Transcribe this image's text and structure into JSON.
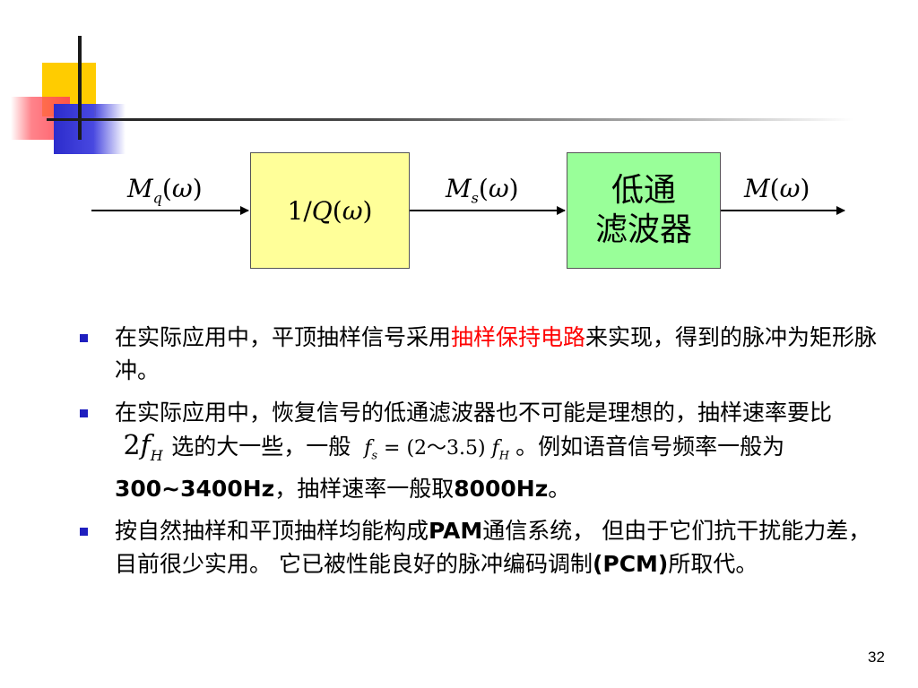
{
  "diagram": {
    "input_signal": "M_q(ω)",
    "block1_label": "1/Q(ω)",
    "middle_signal": "M_s(ω)",
    "block2_line1": "低通",
    "block2_line2": "滤波器",
    "output_signal": "M(ω)"
  },
  "bullets": [
    {
      "a": "在实际应用中，平顶抽样信号采用",
      "highlight": "抽样保持电路",
      "b": "来实现，得到的脉冲为矩形脉冲。"
    },
    {
      "a": "在实际应用中，恢复信号的低通滤波器也不可能是理想的，抽样速率要比",
      "math1": "2f_H",
      "b": "选的大一些，一般",
      "math2": "f_s = (2～3.5) f_H",
      "c": "。例如语音信号频率一般为",
      "bold1": "300~3400Hz",
      "d": "，抽样速率一般取",
      "bold2": "8000Hz",
      "e": "。"
    },
    {
      "a": "按自然抽样和平顶抽样均能构成",
      "bold1": "PAM",
      "b": "通信系统， 但由于它们抗干扰能力差，目前很少实用。 它已被性能良好的脉冲编码调制",
      "bold2": "(PCM)",
      "c": "所取代。"
    }
  ],
  "page_number": "32",
  "colors": {
    "block1_fill": "#ffff99",
    "block2_fill": "#99ff99",
    "highlight": "#ff0000",
    "bullet": "#1f1fbf"
  }
}
